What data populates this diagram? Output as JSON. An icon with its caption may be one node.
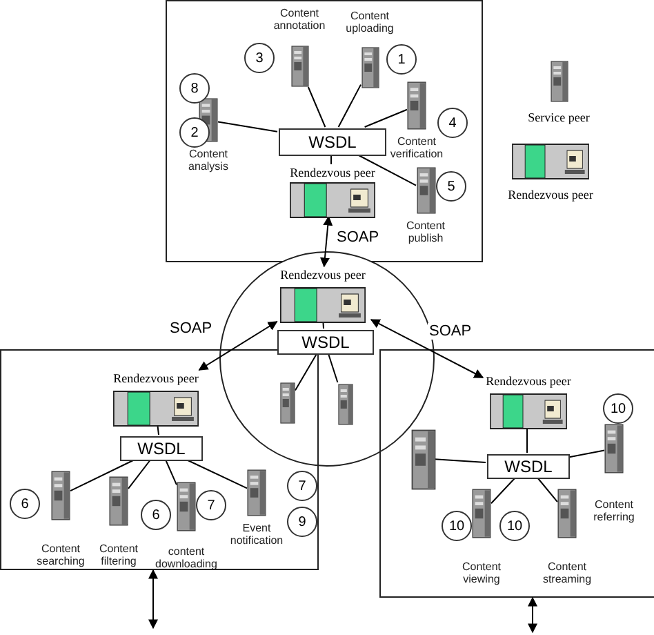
{
  "diagram": {
    "nodes": [
      {
        "text": [],
        "shape": "box"
      },
      {
        "text": [
          "Rendezvous peer"
        ],
        "in": 0
      },
      {
        "text": [
          "WSDL"
        ],
        "in": 0
      },
      {
        "text": [
          "Content annotation"
        ],
        "in": 0
      },
      {
        "text": [
          "Content uploading"
        ],
        "in": 0
      },
      {
        "text": [
          "Content analysis"
        ],
        "in": 0
      },
      {
        "text": [
          "Content verification"
        ],
        "in": 0
      },
      {
        "text": [
          "Content publish"
        ],
        "in": 0
      },
      {
        "text": [
          "3"
        ],
        "in": 0
      },
      {
        "text": [
          "1"
        ],
        "in": 0
      },
      {
        "text": [
          "8"
        ],
        "in": 0
      },
      {
        "text": [
          "2"
        ],
        "in": 0
      },
      {
        "text": [
          "4"
        ],
        "in": 0
      },
      {
        "text": [
          "5"
        ],
        "in": 0
      },
      {
        "text": [],
        "shape": "circle"
      },
      {
        "text": [
          "Rendezvous peer"
        ],
        "in": 14
      },
      {
        "text": [
          "WSDL"
        ],
        "in": 14
      },
      {
        "text": [],
        "shape": "box"
      },
      {
        "text": [],
        "shape": "box",
        "in": 14
      },
      {
        "text": [],
        "shape": "box"
      },
      {
        "text": [
          "Rendezvous peer"
        ],
        "in": 19
      },
      {
        "text": [
          "WSDL"
        ],
        "in": 19
      },
      {
        "text": [
          "Event notification"
        ],
        "in": 19
      },
      {
        "text": [
          "Content searching"
        ],
        "in": 19
      },
      {
        "text": [
          "Content filtering"
        ],
        "in": 19
      },
      {
        "text": [
          "content downloading"
        ],
        "in": 19
      },
      {
        "text": [
          "7"
        ],
        "in": 19
      },
      {
        "text": [
          "9"
        ],
        "in": 19
      },
      {
        "text": [
          "6"
        ],
        "in": 19
      },
      {
        "text": [
          "6"
        ],
        "in": 19
      },
      {
        "text": [
          "7"
        ],
        "in": 19
      },
      {
        "text": [],
        "shape": "box"
      },
      {
        "text": [
          "Rendezvous peer"
        ],
        "in": 31
      },
      {
        "text": [
          "WSDL"
        ],
        "in": 31
      },
      {
        "text": [],
        "shape": "box",
        "in": 31
      },
      {
        "text": [
          "Content referring"
        ],
        "in": 31
      },
      {
        "text": [
          "Content viewing"
        ],
        "in": 31
      },
      {
        "text": [
          "Content streaming"
        ],
        "in": 31
      },
      {
        "text": [
          "10"
        ],
        "in": 31
      },
      {
        "text": [
          "10"
        ],
        "in": 31
      },
      {
        "text": [
          "10"
        ],
        "in": 31
      }
    ],
    "edges": [
      {
        "from": 1,
        "to": 2,
        "arrow": "none"
      },
      {
        "from": 2,
        "to": 3,
        "arrow": "none"
      },
      {
        "from": 2,
        "to": 4,
        "arrow": "none"
      },
      {
        "from": 2,
        "to": 5,
        "arrow": "none"
      },
      {
        "from": 2,
        "to": 6,
        "arrow": "none"
      },
      {
        "from": 2,
        "to": 7,
        "arrow": "none"
      },
      {
        "from": 15,
        "to": 1,
        "arrow": "both",
        "label": "SOAP"
      },
      {
        "from": 15,
        "to": 16,
        "arrow": "none"
      },
      {
        "from": 16,
        "to": 17,
        "arrow": "none"
      },
      {
        "from": 16,
        "to": 18,
        "arrow": "none"
      },
      {
        "from": 15,
        "to": 20,
        "arrow": "both",
        "label": "SOAP"
      },
      {
        "from": 15,
        "to": 32,
        "arrow": "both",
        "label": "SOAP"
      },
      {
        "from": 20,
        "to": 21,
        "arrow": "none"
      },
      {
        "from": 21,
        "to": 22,
        "arrow": "none"
      },
      {
        "from": 21,
        "to": 23,
        "arrow": "none"
      },
      {
        "from": 21,
        "to": 24,
        "arrow": "none"
      },
      {
        "from": 21,
        "to": 25,
        "arrow": "none"
      },
      {
        "from": 32,
        "to": 33,
        "arrow": "none"
      },
      {
        "from": 33,
        "to": 34,
        "arrow": "none"
      },
      {
        "from": 33,
        "to": 35,
        "arrow": "none"
      },
      {
        "from": 33,
        "to": 36,
        "arrow": "none"
      },
      {
        "from": 33,
        "to": 37,
        "arrow": "none"
      },
      {
        "from": 19,
        "to": null,
        "arrow": "both"
      },
      {
        "from": 31,
        "to": null,
        "arrow": "both"
      }
    ],
    "legend": [
      {
        "text": "Service peer"
      },
      {
        "text": "Rendezvous peer"
      }
    ]
  }
}
